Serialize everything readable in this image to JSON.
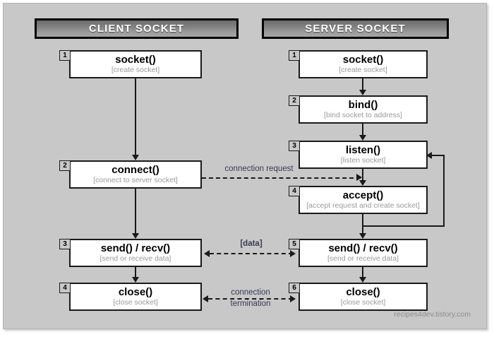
{
  "diagram": {
    "watermark": "recipes4dev.tistory.com",
    "columns": [
      {
        "id": "client",
        "header": "CLIENT SOCKET"
      },
      {
        "id": "server",
        "header": "SERVER SOCKET"
      }
    ],
    "client_steps": [
      {
        "num": "1",
        "title": "socket()",
        "sub": "[create socket]"
      },
      {
        "num": "2",
        "title": "connect()",
        "sub": "[connect to server socket]"
      },
      {
        "num": "3",
        "title": "send() / recv()",
        "sub": "[send or receive data]"
      },
      {
        "num": "4",
        "title": "close()",
        "sub": "[close socket]"
      }
    ],
    "server_steps": [
      {
        "num": "1",
        "title": "socket()",
        "sub": "[create socket]"
      },
      {
        "num": "2",
        "title": "bind()",
        "sub": "[bind socket to address]"
      },
      {
        "num": "3",
        "title": "listen()",
        "sub": "[listen socket]"
      },
      {
        "num": "4",
        "title": "accept()",
        "sub": "[accept request and create socket]"
      },
      {
        "num": "5",
        "title": "send() / recv()",
        "sub": "[send or receive data]"
      },
      {
        "num": "6",
        "title": "close()",
        "sub": "[close socket]"
      }
    ],
    "links": [
      {
        "id": "connection-request",
        "label": "connection request",
        "label2": ""
      },
      {
        "id": "data-exchange",
        "label": "[data]",
        "label2": ""
      },
      {
        "id": "connection-termination",
        "label": "connection",
        "label2": "termination"
      }
    ],
    "colors": {
      "background": "#c8c8c8",
      "banner_dark": "#6e6e6e",
      "banner_light": "#a8a8a8",
      "node_fill": "#ffffff",
      "stroke": "#1a1a1a",
      "sub_text": "#9a9a9a",
      "link_text": "#3a3a52"
    }
  }
}
